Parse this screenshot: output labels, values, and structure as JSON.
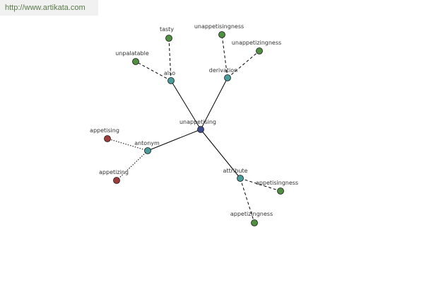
{
  "watermark": "http://www.artikata.com",
  "colors": {
    "root": "#3d4b8c",
    "relation": "#4a9a9a",
    "synonym": "#4f8f3f",
    "antonym": "#a03b3b"
  },
  "nodes": [
    {
      "id": "unappetising",
      "label": "unappetising",
      "kind": "root"
    },
    {
      "id": "also",
      "label": "also",
      "kind": "relation"
    },
    {
      "id": "derivation",
      "label": "derivation",
      "kind": "relation"
    },
    {
      "id": "antonym",
      "label": "antonym",
      "kind": "relation"
    },
    {
      "id": "attribute",
      "label": "attribute",
      "kind": "relation"
    },
    {
      "id": "tasty",
      "label": "tasty",
      "kind": "synonym"
    },
    {
      "id": "unpalatable",
      "label": "unpalatable",
      "kind": "synonym"
    },
    {
      "id": "unappetisingness",
      "label": "unappetisingness",
      "kind": "synonym"
    },
    {
      "id": "unappetizingness",
      "label": "unappetizingness",
      "kind": "synonym"
    },
    {
      "id": "appetising",
      "label": "appetising",
      "kind": "antonym"
    },
    {
      "id": "appetizing",
      "label": "appetizing",
      "kind": "antonym"
    },
    {
      "id": "appetisingness",
      "label": "appetisingness",
      "kind": "synonym"
    },
    {
      "id": "appetizingness",
      "label": "appetizingness",
      "kind": "synonym"
    }
  ],
  "edges": [
    {
      "from": "unappetising",
      "to": "also",
      "style": "solid"
    },
    {
      "from": "unappetising",
      "to": "derivation",
      "style": "solid"
    },
    {
      "from": "unappetising",
      "to": "antonym",
      "style": "solid"
    },
    {
      "from": "unappetising",
      "to": "attribute",
      "style": "solid"
    },
    {
      "from": "also",
      "to": "tasty",
      "style": "dashed"
    },
    {
      "from": "also",
      "to": "unpalatable",
      "style": "dashed"
    },
    {
      "from": "derivation",
      "to": "unappetisingness",
      "style": "dashed"
    },
    {
      "from": "derivation",
      "to": "unappetizingness",
      "style": "dashed"
    },
    {
      "from": "antonym",
      "to": "appetising",
      "style": "dotted"
    },
    {
      "from": "antonym",
      "to": "appetizing",
      "style": "dotted"
    },
    {
      "from": "attribute",
      "to": "appetisingness",
      "style": "dashed"
    },
    {
      "from": "attribute",
      "to": "appetizingness",
      "style": "dashed"
    }
  ]
}
